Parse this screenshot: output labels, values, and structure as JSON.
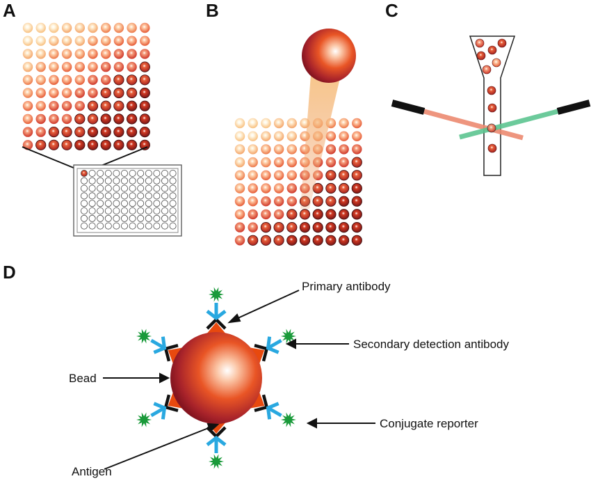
{
  "panels": {
    "a": {
      "label": "A"
    },
    "b": {
      "label": "B"
    },
    "c": {
      "label": "C"
    },
    "d": {
      "label": "D"
    }
  },
  "labels": {
    "primary_antibody": "Primary antibody",
    "secondary_antibody": "Secondary detection antibody",
    "bead": "Bead",
    "conjugate_reporter": "Conjugate reporter",
    "antigen": "Antigen"
  },
  "colors": {
    "antibody_arm": "#29a8e0",
    "reporter": "#1a9a3a",
    "antigen": "#e8490e",
    "bead_core": "#ffffff",
    "bead_edge": "#8e1420",
    "laser_red": "#ec8a70",
    "laser_green": "#5cc490"
  }
}
